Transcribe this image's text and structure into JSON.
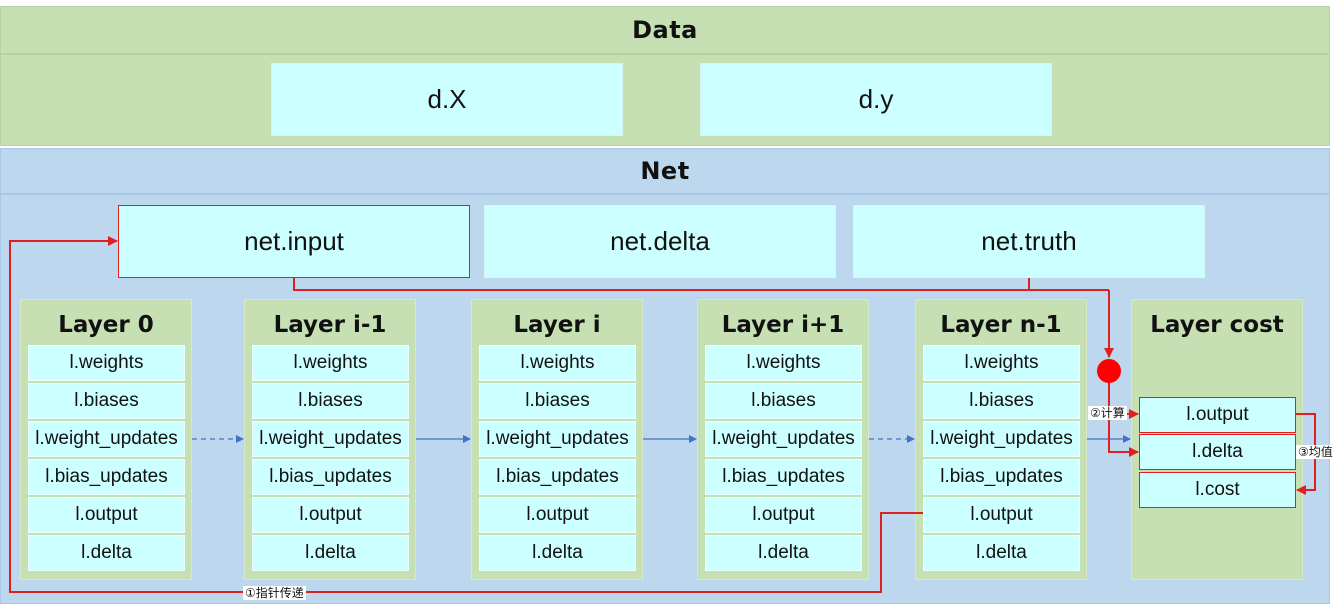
{
  "data_section": {
    "title": "Data",
    "items": [
      "d.X",
      "d.y"
    ]
  },
  "net_section": {
    "title": "Net",
    "items": [
      "net.input",
      "net.delta",
      "net.truth"
    ]
  },
  "layers": [
    {
      "title": "Layer 0",
      "fields": [
        "l.weights",
        "l.biases",
        "l.weight_updates",
        "l.bias_updates",
        "l.output",
        "l.delta"
      ]
    },
    {
      "title": "Layer i-1",
      "fields": [
        "l.weights",
        "l.biases",
        "l.weight_updates",
        "l.bias_updates",
        "l.output",
        "l.delta"
      ]
    },
    {
      "title": "Layer i",
      "fields": [
        "l.weights",
        "l.biases",
        "l.weight_updates",
        "l.bias_updates",
        "l.output",
        "l.delta"
      ]
    },
    {
      "title": "Layer i+1",
      "fields": [
        "l.weights",
        "l.biases",
        "l.weight_updates",
        "l.bias_updates",
        "l.output",
        "l.delta"
      ]
    },
    {
      "title": "Layer n-1",
      "fields": [
        "l.weights",
        "l.biases",
        "l.weight_updates",
        "l.bias_updates",
        "l.output",
        "l.delta"
      ]
    }
  ],
  "cost_layer": {
    "title": "Layer cost",
    "fields": [
      "l.output",
      "l.delta",
      "l.cost"
    ]
  },
  "annotations": {
    "pointer": "①指针传递",
    "compute": "②计算",
    "mean": "③均值"
  },
  "colors": {
    "data_bg": "#c6e0b4",
    "net_bg": "#bdd7ee",
    "cell_bg": "#ccffff",
    "highlight": "#e02020",
    "flow_arrow": "#4472c4"
  }
}
